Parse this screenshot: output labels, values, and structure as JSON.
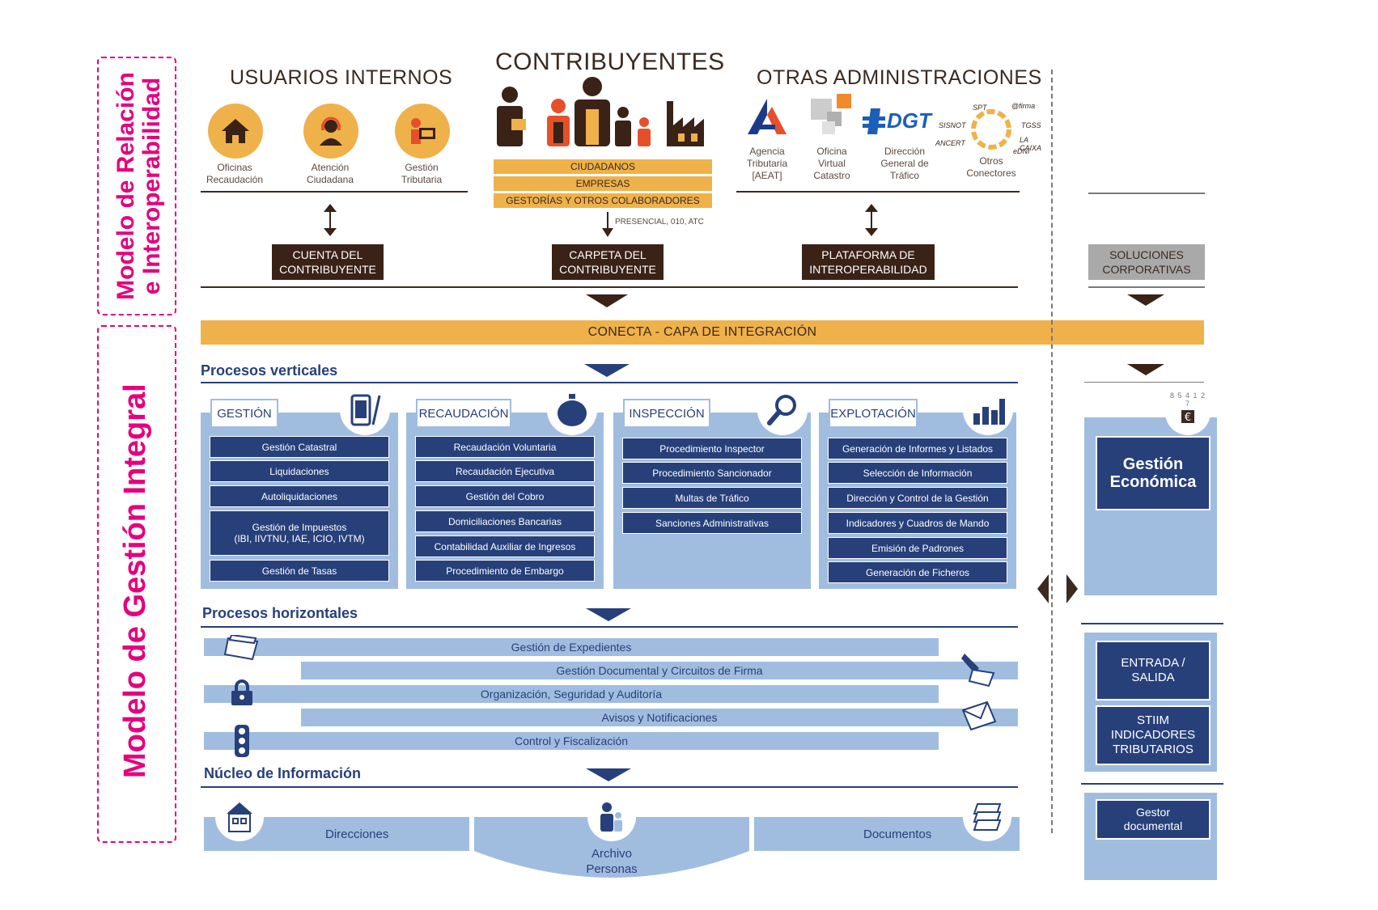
{
  "side_labels": {
    "relacion": "Modelo de Relación\ne Interoperabilidad",
    "gestion": "Modelo de Gestión Integral"
  },
  "usuarios_internos": {
    "title": "USUARIOS INTERNOS",
    "items": [
      {
        "label": "Oficinas\nRecaudación",
        "icon": "house-icon"
      },
      {
        "label": "Atención\nCiudadana",
        "icon": "headset-agent-icon"
      },
      {
        "label": "Gestión\nTributaria",
        "icon": "computer-user-icon"
      }
    ]
  },
  "contribuyentes": {
    "title": "CONTRIBUYENTES",
    "bars": [
      "CIUDADANOS",
      "EMPRESAS",
      "GESTORÍAS Y OTROS COLABORADORES"
    ],
    "channel_note": "PRESENCIAL, 010, ATC"
  },
  "otras_administraciones": {
    "title": "OTRAS ADMINISTRACIONES",
    "items": [
      {
        "label": "Agencia\nTributaria\n[AEAT]",
        "icon": "aeat-logo-icon"
      },
      {
        "label": "Oficina\nVirtual\nCatastro",
        "icon": "catastro-logo-icon"
      },
      {
        "label": "Dirección\nGeneral de\nTráfico",
        "icon": "dgt-logo-icon"
      },
      {
        "label": "Otros\nConectores",
        "icon": "connectors-ring-icon"
      }
    ],
    "dgt_logo": "DGT",
    "connectors": [
      "SPT",
      "@firma",
      "SISNOT",
      "TGSS",
      "ANCERT",
      "LA CAIXA",
      "eDNI"
    ]
  },
  "channels": {
    "cuenta": "CUENTA DEL\nCONTRIBUYENTE",
    "carpeta": "CARPETA DEL\nCONTRIBUYENTE",
    "plataforma": "PLATAFORMA DE\nINTEROPERABILIDAD",
    "soluciones": "SOLUCIONES\nCORPORATIVAS"
  },
  "conecta": "CONECTA - CAPA DE INTEGRACIÓN",
  "procesos_verticales": {
    "title": "Procesos verticales",
    "panels": [
      {
        "tab": "GESTIÓN",
        "icon": "mobile-pen-icon",
        "items": [
          "Gestión Catastral",
          "Liquidaciones",
          "Autoliquidaciones",
          "Gestión de Impuestos\n(IBI, IIVTNU, IAE, ICIO, IVTM)",
          "Gestión  de Tasas"
        ]
      },
      {
        "tab": "RECAUDACIÓN",
        "icon": "piggy-bank-icon",
        "items": [
          "Recaudación Voluntaria",
          "Recaudación Ejecutiva",
          "Gestión del Cobro",
          "Domiciliaciones Bancarias",
          "Contabilidad Auxiliar de Ingresos",
          "Procedimiento de Embargo"
        ]
      },
      {
        "tab": "INSPECCIÓN",
        "icon": "magnifier-icon",
        "items": [
          "Procedimiento Inspector",
          "Procedimiento Sancionador",
          "Multas de Tráfico",
          "Sanciones Administrativas"
        ]
      },
      {
        "tab": "EXPLOTACIÓN",
        "icon": "bar-chart-icon",
        "items": [
          "Generación de Informes y Listados",
          "Selección de Información",
          "Dirección y Control de la Gestión",
          "Indicadores y Cuadros de Mando",
          "Emisión de Padrones",
          "Generación de Ficheros"
        ]
      }
    ]
  },
  "procesos_horizontales": {
    "title": "Procesos horizontales",
    "bars": [
      "Gestión de Expedientes",
      "Gestión Documental y Circuitos de Firma",
      "Organización, Seguridad y Auditoría",
      "Avisos y Notificaciones",
      "Control y Fiscalización"
    ]
  },
  "nucleo": {
    "title": "Núcleo de Información",
    "left": "Direcciones",
    "center": "Archivo\nPersonas",
    "right": "Documentos"
  },
  "right_column": {
    "gestion_economica": "Gestión\nEconómica",
    "entrada_salida": "ENTRADA /\nSALIDA",
    "stiim": "STIIM\nINDICADORES\nTRIBUTARIOS",
    "gestor_documental": "Gestor\ndocumental",
    "euro_digits": "8 5 4 1 2 7"
  },
  "colors": {
    "magenta": "#e5007e",
    "orange": "#efb14a",
    "dark_brown": "#3a2217",
    "navy": "#27407a",
    "light_blue": "#a0bde0",
    "gray": "#a9a9a9"
  }
}
